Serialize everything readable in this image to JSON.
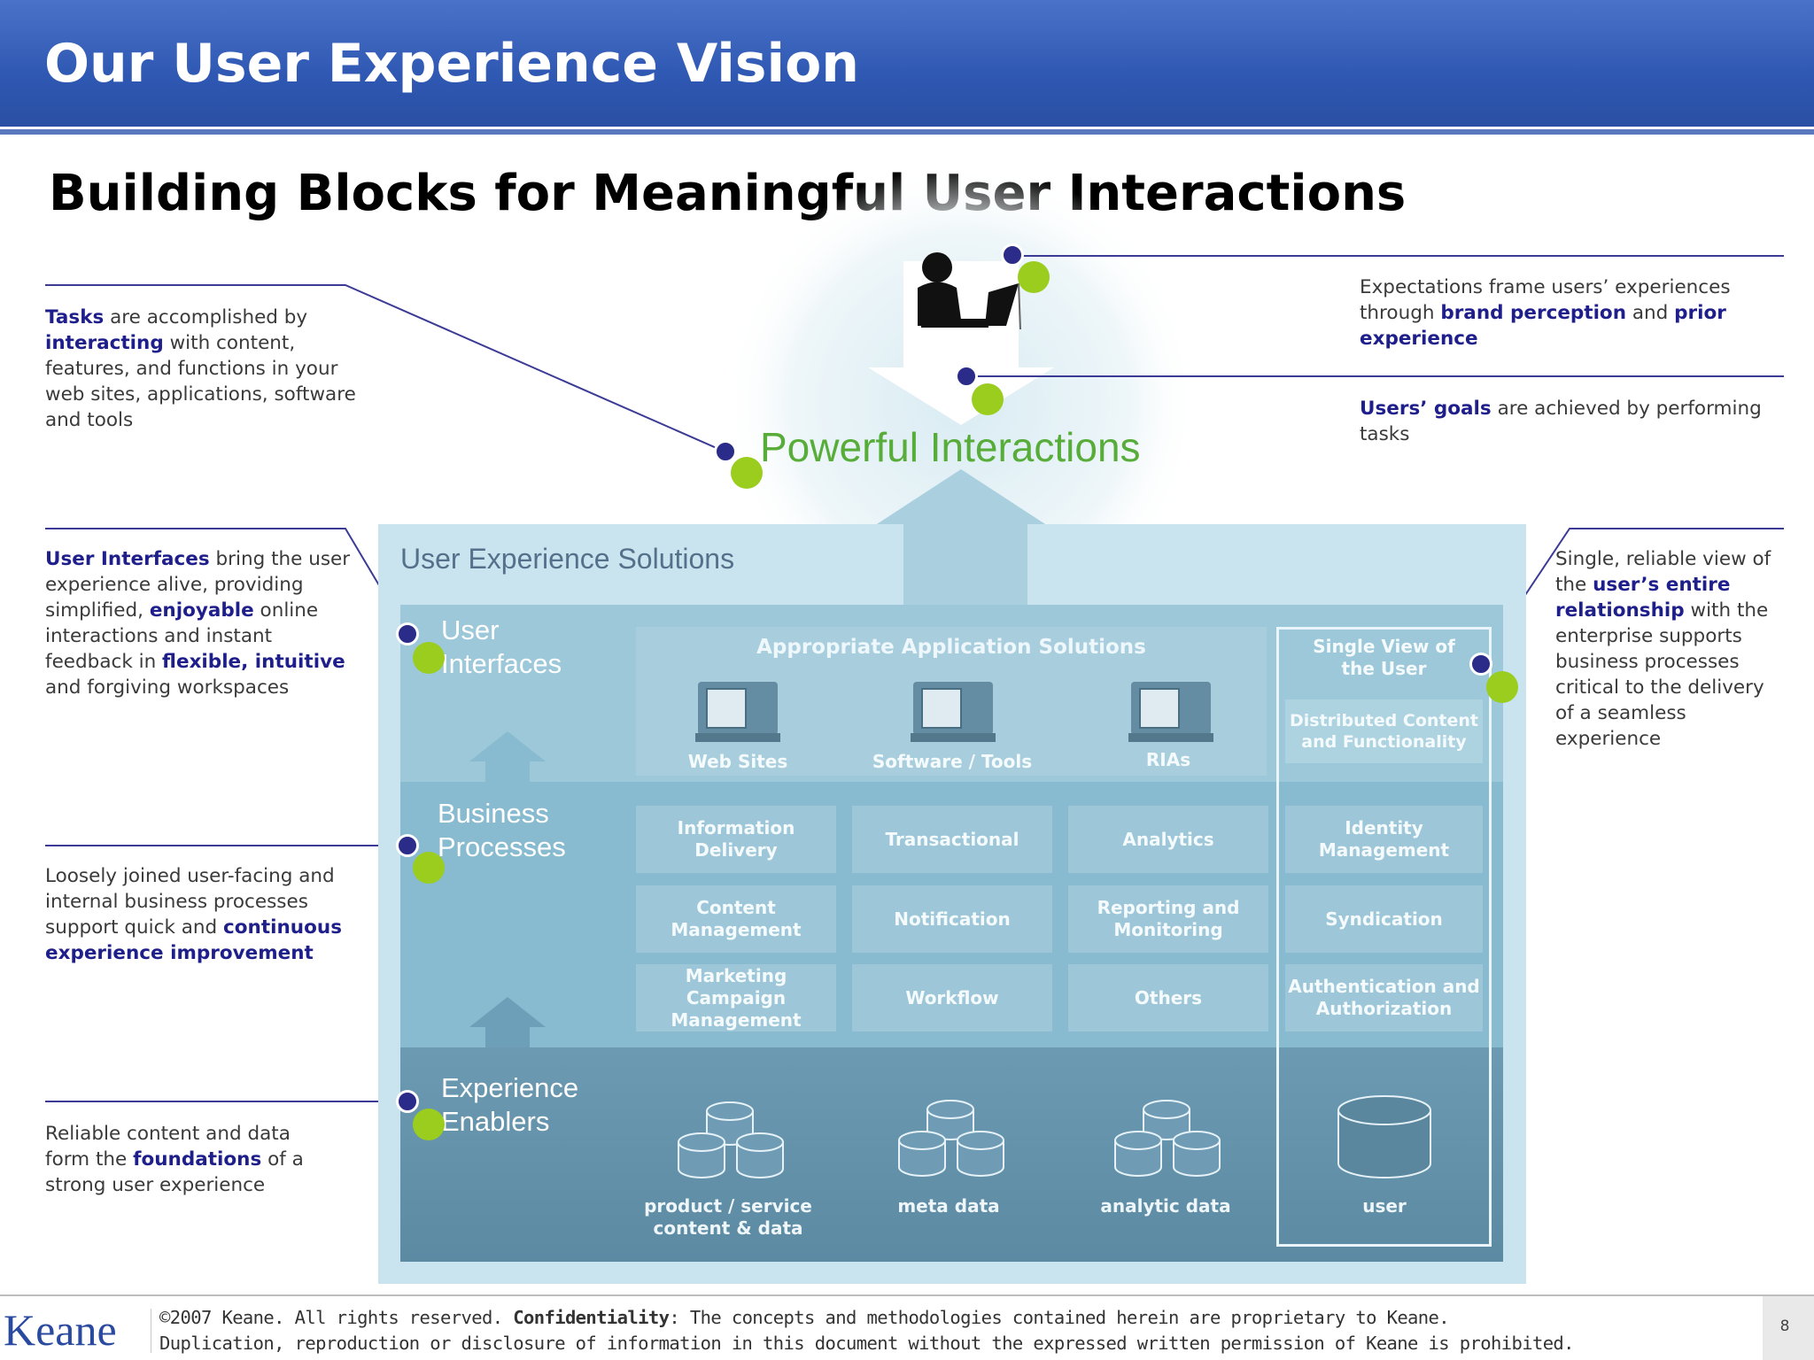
{
  "header": {
    "title": "Our User Experience Vision"
  },
  "subtitle": "Building Blocks for Meaningful User Interactions",
  "callouts": {
    "tasks": {
      "p1": "Tasks",
      "p2": " are accomplished by ",
      "p3": "interacting",
      "p4": " with content, features, and functions in your web sites, applications, software and tools"
    },
    "user_interfaces": {
      "p1": "User Interfaces",
      "p2": " bring the user experience alive, providing simplified, ",
      "p3": "enjoyable",
      "p4": " online interactions and instant feedback in ",
      "p5": "flexible, intuitive",
      "p6": " and forgiving workspaces"
    },
    "business": {
      "p1": "Loosely joined user-facing and internal business processes support quick and ",
      "p2": "continuous experience improvement"
    },
    "enablers": {
      "p1": "Reliable content and data form the ",
      "p2": "foundations",
      "p3": " of a strong user experience"
    },
    "expectations": {
      "p1": "Expectations frame users’ experiences through ",
      "p2": "brand perception",
      "p3": " and ",
      "p4": "prior experience"
    },
    "goals": {
      "p1": "Users’ goals",
      "p2": " are achieved by performing tasks"
    },
    "single_view": {
      "p1": "Single, reliable view of the ",
      "p2": "user’s entire relationship",
      "p3": " with the enterprise supports business processes critical to the delivery of a seamless experience"
    }
  },
  "diagram": {
    "powerful_interactions": "Powerful Interactions",
    "ux_solutions_title": "User Experience Solutions",
    "layers": {
      "ui": {
        "l1": "User",
        "l2": "Interfaces"
      },
      "bp": {
        "l1": "Business",
        "l2": "Processes"
      },
      "en": {
        "l1": "Experience",
        "l2": "Enablers"
      }
    },
    "app_solutions_title": "Appropriate Application Solutions",
    "apps": [
      "Web Sites",
      "Software / Tools",
      "RIAs"
    ],
    "services": [
      [
        "Information Delivery",
        "Transactional",
        "Analytics"
      ],
      [
        "Content Management",
        "Notification",
        "Reporting and Monitoring"
      ],
      [
        "Marketing Campaign Management",
        "Workflow",
        "Others"
      ]
    ],
    "single_view": {
      "title": "Single View of the User",
      "distributed": "Distributed Content and Functionality",
      "services": [
        "Identity Management",
        "Syndication",
        "Authentication and Authorization"
      ]
    },
    "data": [
      "product / service content & data",
      "meta data",
      "analytic data",
      "user"
    ]
  },
  "colors": {
    "header_blue": "#3a62bd",
    "navy_dot": "#2b2b8a",
    "green_dot": "#9acd1e",
    "panel": "#7fb4cb",
    "accent_text": "#1f1f8c",
    "powerful_green": "#58ad3a"
  },
  "footer": {
    "logo": "Keane",
    "line1_a": "©2007 Keane. All rights reserved. ",
    "line1_b": "Confidentiality",
    "line1_c": ": The concepts and methodologies contained herein are proprietary to Keane.",
    "line2": "Duplication, reproduction or disclosure of information in this document without the expressed written permission of Keane is prohibited.",
    "page": "8"
  }
}
